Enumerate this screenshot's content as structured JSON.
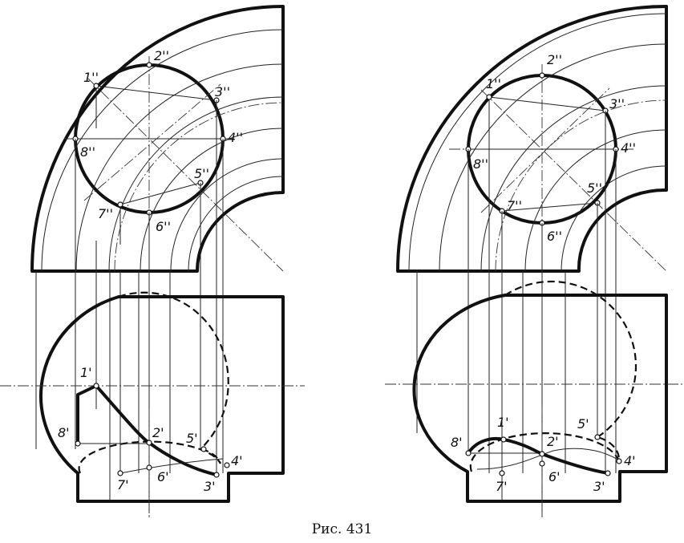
{
  "caption": "Рис. 431",
  "labels": {
    "left_front": [
      "1''",
      "2''",
      "3''",
      "4''",
      "5''",
      "6''",
      "7''",
      "8''"
    ],
    "left_top": [
      "1'",
      "2'",
      "3'",
      "4'",
      "5'",
      "6'",
      "7'",
      "8'"
    ],
    "right_front": [
      "1''",
      "2''",
      "3''",
      "4''",
      "5''",
      "6''",
      "7''",
      "8''"
    ],
    "right_top": [
      "1'",
      "2'",
      "3'",
      "4'",
      "5'",
      "6'",
      "7'",
      "8'"
    ]
  }
}
